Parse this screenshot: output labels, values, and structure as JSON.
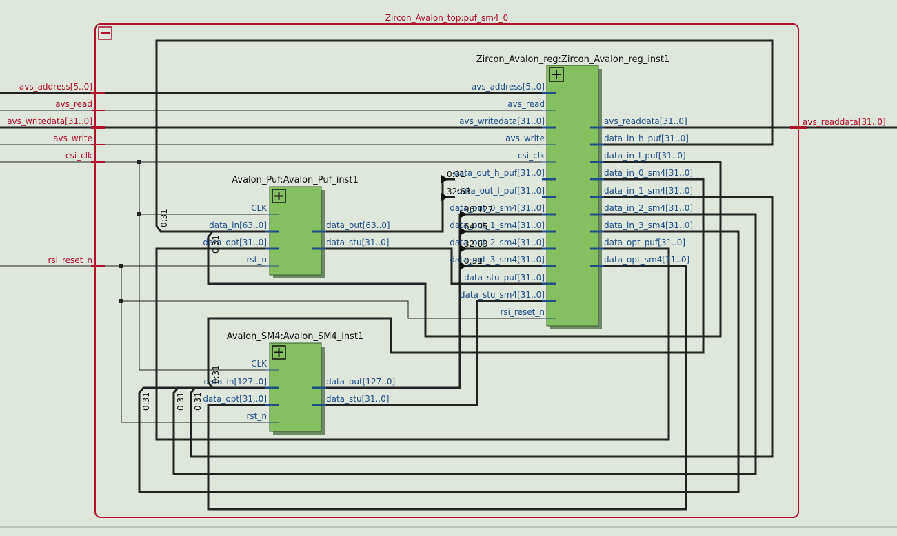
{
  "top": {
    "title": "Zircon_Avalon_top:puf_sm4_0",
    "collapse_symbol": "−"
  },
  "colors": {
    "background": "#dfe6dc",
    "frame": "#b0102a",
    "block_fill": "#84c05f",
    "wire": "#222222",
    "pin_text_red": "#b0102a",
    "pin_text_blue": "#1f4e86"
  },
  "ports_in": [
    "avs_address[5..0]",
    "avs_read",
    "avs_writedata[31..0]",
    "avs_write",
    "csi_clk",
    "rsi_reset_n"
  ],
  "ports_out": [
    "avs_readdata[31..0]"
  ],
  "blocks": {
    "reg": {
      "title": "Zircon_Avalon_reg:Zircon_Avalon_reg_inst1",
      "expand_icon": "expand-plus-icon",
      "inputs": [
        "avs_address[5..0]",
        "avs_read",
        "avs_writedata[31..0]",
        "avs_write",
        "csi_clk",
        "data_out_h_puf[31..0]",
        "data_out_l_puf[31..0]",
        "data_out_0_sm4[31..0]",
        "data_out_1_sm4[31..0]",
        "data_out_2_sm4[31..0]",
        "data_out_3_sm4[31..0]",
        "data_stu_puf[31..0]",
        "data_stu_sm4[31..0]",
        "rsi_reset_n"
      ],
      "outputs": [
        "avs_readdata[31..0]",
        "data_in_h_puf[31..0]",
        "data_in_l_puf[31..0]",
        "data_in_0_sm4[31..0]",
        "data_in_1_sm4[31..0]",
        "data_in_2_sm4[31..0]",
        "data_in_3_sm4[31..0]",
        "data_opt_puf[31..0]",
        "data_opt_sm4[31..0]"
      ]
    },
    "puf": {
      "title": "Avalon_Puf:Avalon_Puf_inst1",
      "expand_icon": "expand-plus-icon",
      "inputs": [
        "CLK",
        "data_in[63..0]",
        "data_opt[31..0]",
        "rst_n"
      ],
      "outputs": [
        "data_out[63..0]",
        "data_stu[31..0]"
      ]
    },
    "sm4": {
      "title": "Avalon_SM4:Avalon_SM4_inst1",
      "expand_icon": "expand-plus-icon",
      "inputs": [
        "CLK",
        "data_in[127..0]",
        "data_opt[31..0]",
        "rst_n"
      ],
      "outputs": [
        "data_out[127..0]",
        "data_stu[31..0]"
      ]
    }
  },
  "bus_labels": {
    "reg_in": [
      "0:31",
      "32:63",
      "96:127",
      "64:95",
      "32:63",
      "0:31"
    ],
    "puf_data_in": "0:31",
    "puf_data_opt": "0:31",
    "sm4_data_in": "0:31",
    "sm4_low": [
      "0:31",
      "0:31",
      "0:31"
    ]
  }
}
